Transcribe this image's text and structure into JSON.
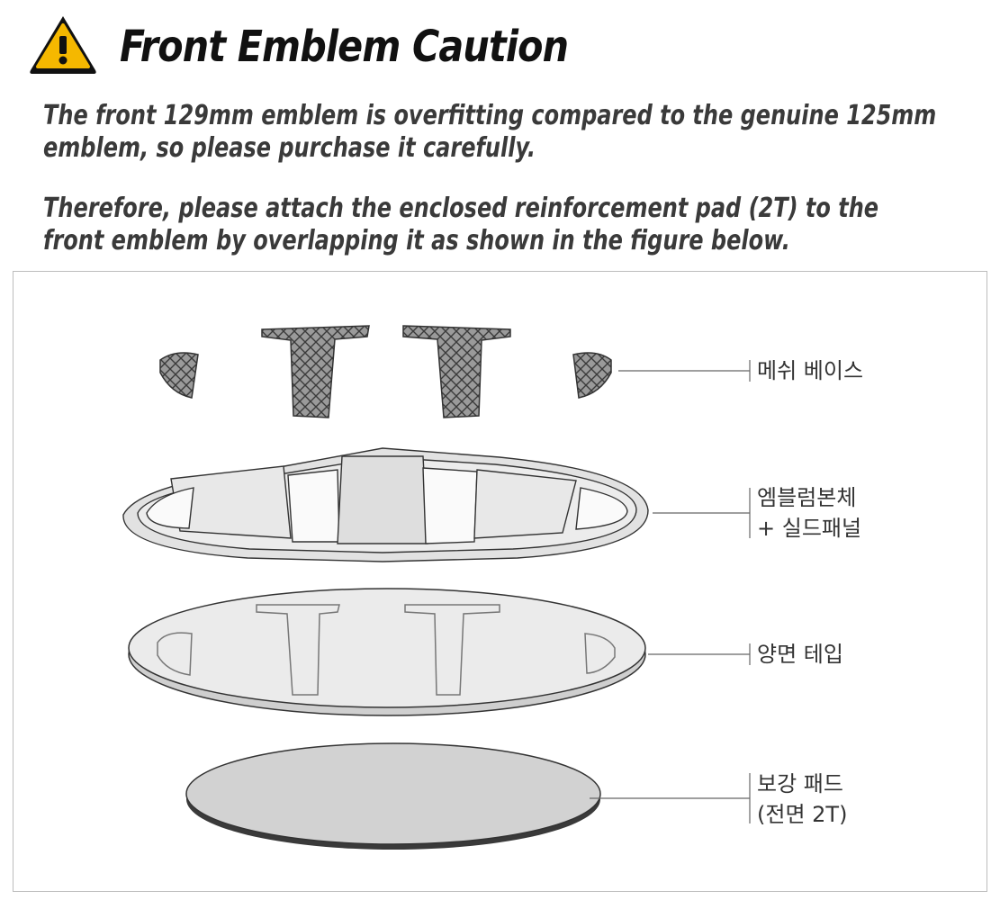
{
  "header": {
    "title": "Front Emblem Caution",
    "warning_icon": "warning-triangle-icon",
    "accent_color": "#f5b800"
  },
  "paragraphs": {
    "p1_line1": "The front 129mm emblem is overfitting compared to the genuine 125mm",
    "p1_line2": "emblem, so please purchase it carefully.",
    "p2_line1": "Therefore, please attach the enclosed reinforcement pad (2T) to the",
    "p2_line2": "front emblem by overlapping it as shown in the figure below."
  },
  "figure": {
    "labels": {
      "mesh_base": "메쉬 베이스",
      "emblem_body_line1": "엠블럼본체",
      "emblem_body_line2": "+ 실드패널",
      "tape": "양면 테입",
      "pad_line1": "보강 패드",
      "pad_line2": "(전면 2T)"
    }
  }
}
